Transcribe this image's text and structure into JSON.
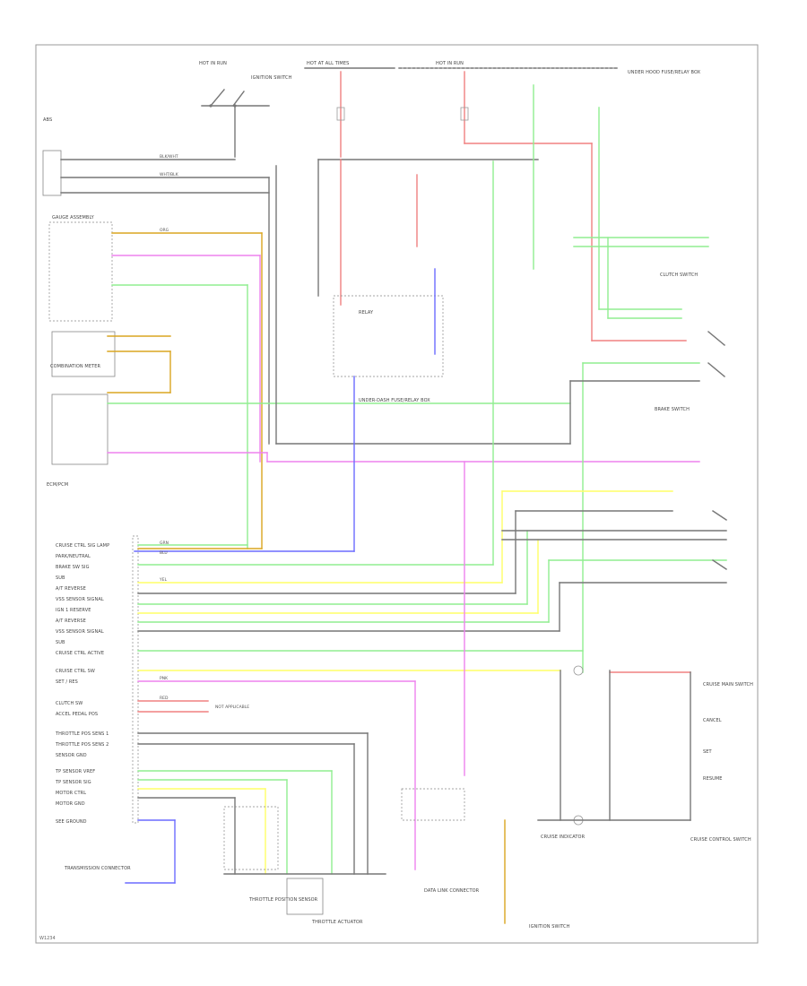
{
  "labels": {
    "hot_in_run": "HOT IN RUN",
    "hot_at_all_times": "HOT AT ALL TIMES",
    "hot_in_run_2": "HOT IN RUN",
    "ignition_switch": "IGNITION SWITCH",
    "fuse_box_note": "UNDER HOOD FUSE/RELAY BOX",
    "ecm_pcm": "ECM/PCM",
    "gauge_assembly": "GAUGE ASSEMBLY",
    "cruise_main": "CRUISE MAIN SWITCH",
    "brake_switch": "BRAKE SWITCH",
    "clutch_switch": "CLUTCH SWITCH",
    "cruise_control_switch": "CRUISE CONTROL SWITCH",
    "throttle_position": "THROTTLE POSITION SENSOR",
    "throttle_actuator": "THROTTLE ACTUATOR",
    "data_link": "DATA LINK CONNECTOR",
    "cancel": "CANCEL",
    "set": "SET",
    "resume": "RESUME",
    "transmission_connector": "TRANSMISSION CONNECTOR",
    "cruise_indicator": "CRUISE INDICATOR",
    "combination_meter": "COMBINATION METER"
  },
  "ecm_pins": [
    "CRUISE CTRL SIG LAMP",
    "PARK/NEUTRAL",
    "BRAKE SW SIG",
    "SUB",
    "A/T REVERSE",
    "VSS SENSOR SIGNAL",
    "IGN 1 RESERVE",
    "A/T REVERSE",
    "VSS SENSOR SIGNAL",
    "SUB",
    "CRUISE CTRL ACTIVE",
    "CRUISE CTRL SW",
    "SET / RES",
    "CLUTCH SW",
    "ACCEL PEDAL POS",
    "THROTTLE POS SENS 1",
    "THROTTLE POS SENS 2",
    "SENSOR GND",
    "TP SENSOR VREF",
    "TP SENSOR SIG",
    "MOTOR CTRL",
    "MOTOR GND",
    "SEE GROUND"
  ],
  "wire_tags": {
    "blk_wht": "BLK/WHT",
    "wht_blk": "WHT/BLK",
    "red": "RED",
    "grn": "GRN",
    "yel": "YEL",
    "pnk": "PNK",
    "blu": "BLU",
    "org": "ORG"
  },
  "corner_code": "W1234"
}
